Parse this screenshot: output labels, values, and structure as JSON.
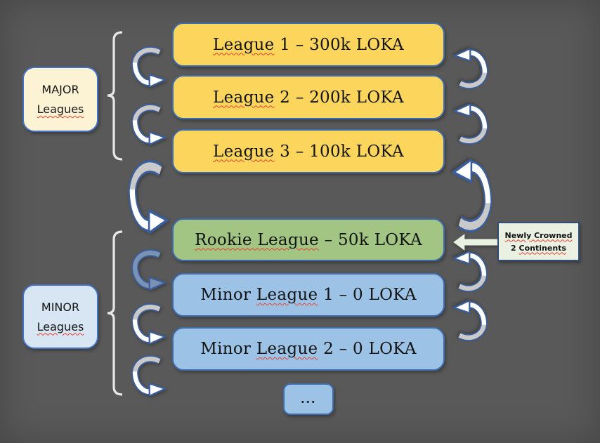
{
  "colors": {
    "background": "#595959",
    "tier-major": "#FBD55C",
    "tier-rookie": "#A2C584",
    "tier-minor": "#9CC3E5",
    "box-border": "#3E6CB0",
    "label-major-bg": "#FCF3D4",
    "label-minor-bg": "#D8E5F2",
    "label-border": "#4472C4",
    "callout-bg": "#EAF1E2",
    "callout-border": "#2F4E77",
    "arrow-front": "#FFFFFF",
    "arrow-back": "#C9C9C9",
    "arrow-outline": "#3A5E9C",
    "arrow-steel": "#7A92B4",
    "brace": "#E8E8E8",
    "text": "#141414",
    "squiggle": "#E8402F"
  },
  "groups": {
    "major": {
      "title": "MAJOR",
      "subtitle": "Leagues"
    },
    "minor": {
      "title": "MINOR",
      "subtitle": "Leagues"
    }
  },
  "leagues": [
    {
      "pre": "",
      "squiggle": "League",
      "post": " 1 – 300k LOKA"
    },
    {
      "pre": "",
      "squiggle": "League",
      "post": " 2 – 200k LOKA"
    },
    {
      "pre": "",
      "squiggle": "League",
      "post": " 3 – 100k LOKA"
    },
    {
      "pre": "",
      "squiggle": "Rookie League",
      "post": " – 50k LOKA"
    },
    {
      "pre": "Minor ",
      "squiggle": "League",
      "post": " 1 – 0 LOKA"
    },
    {
      "pre": "Minor ",
      "squiggle": "League",
      "post": " 2 – 0 LOKA"
    }
  ],
  "callout": {
    "line1": "Newly Crowned",
    "line2_pre": "2 ",
    "line2_word": "Continents"
  },
  "more": {
    "label": "..."
  }
}
